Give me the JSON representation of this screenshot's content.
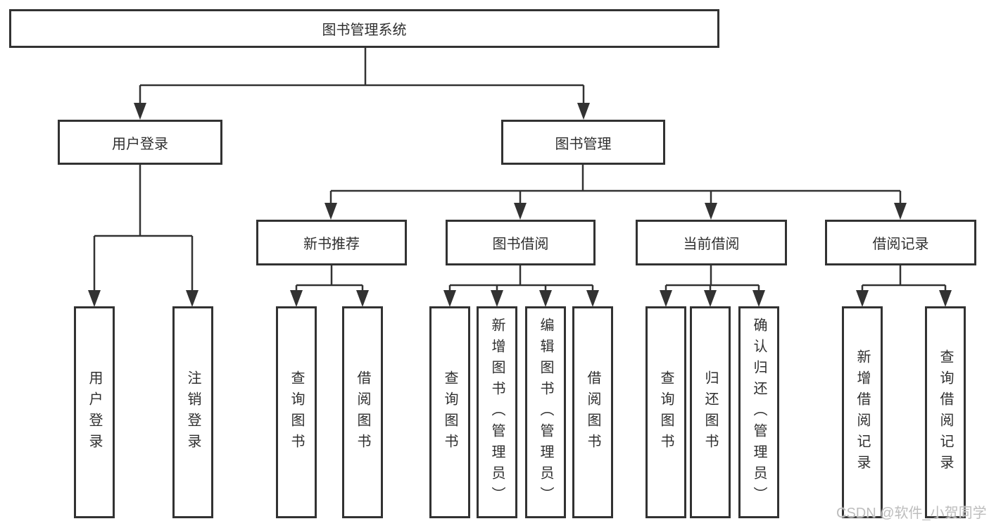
{
  "diagram": {
    "root": {
      "label": "图书管理系统"
    },
    "level2": [
      "用户登录",
      "图书管理"
    ],
    "level3": [
      "新书推荐",
      "图书借阅",
      "当前借阅",
      "借阅记录"
    ],
    "leaves": {
      "user_login": [
        "用户登录",
        "注销登录"
      ],
      "new_book_recommend": [
        "查询图书",
        "借阅图书"
      ],
      "book_borrow": [
        "查询图书",
        "新增图书（管理员）",
        "编辑图书（管理员）",
        "借阅图书"
      ],
      "current_borrow": [
        "查询图书",
        "归还图书",
        "确认归还（管理员）"
      ],
      "borrow_record": [
        "新增借阅记录",
        "查询借阅记录"
      ]
    }
  },
  "watermark": "CSDN @软件_小贺同学",
  "colors": {
    "line": "#323232",
    "text": "#2f2f2f",
    "box_background": "#ffffff",
    "watermark": "#bdbdbd",
    "background": "#ffffff"
  }
}
